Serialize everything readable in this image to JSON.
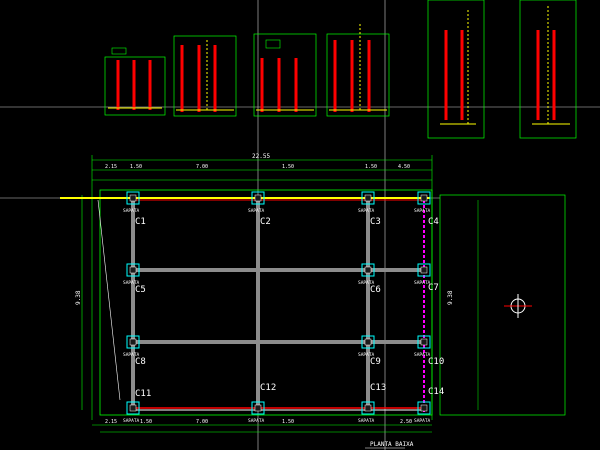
{
  "colors": {
    "background": "#000000",
    "outline_green": "#00ff00",
    "rebar_red": "#ff0000",
    "stirrup_yellow": "#ffff00",
    "beam_gray": "#8c8c8c",
    "column_cyan": "#00ffff",
    "grid_white": "#ffffff",
    "hatch_magenta": "#ff00ff"
  },
  "plan": {
    "overall_dimension": "22.55",
    "title": "PLANTA BAIXA",
    "columns": [
      {
        "label": "C1"
      },
      {
        "label": "C2"
      },
      {
        "label": "C3"
      },
      {
        "label": "C4"
      },
      {
        "label": "C5"
      },
      {
        "label": "C6"
      },
      {
        "label": "C7"
      },
      {
        "label": "C8"
      },
      {
        "label": "C9"
      },
      {
        "label": "C10"
      },
      {
        "label": "C11"
      },
      {
        "label": "C12"
      },
      {
        "label": "C13"
      },
      {
        "label": "C14"
      }
    ],
    "sapata_label": "SAPATA",
    "top_dimensions": [
      "2.15",
      "1.50",
      "7.00",
      "1.50",
      "1.50",
      "4.50"
    ],
    "bottom_dimensions": [
      "2.15",
      "1.50",
      "7.00",
      "1.50",
      "2.50"
    ],
    "left_dimension": "9.38",
    "right_dimension": "9.38"
  },
  "elevations": [
    {
      "name": "elevation-1"
    },
    {
      "name": "elevation-2"
    },
    {
      "name": "elevation-3"
    },
    {
      "name": "elevation-4"
    },
    {
      "name": "elevation-5"
    },
    {
      "name": "elevation-6"
    }
  ]
}
